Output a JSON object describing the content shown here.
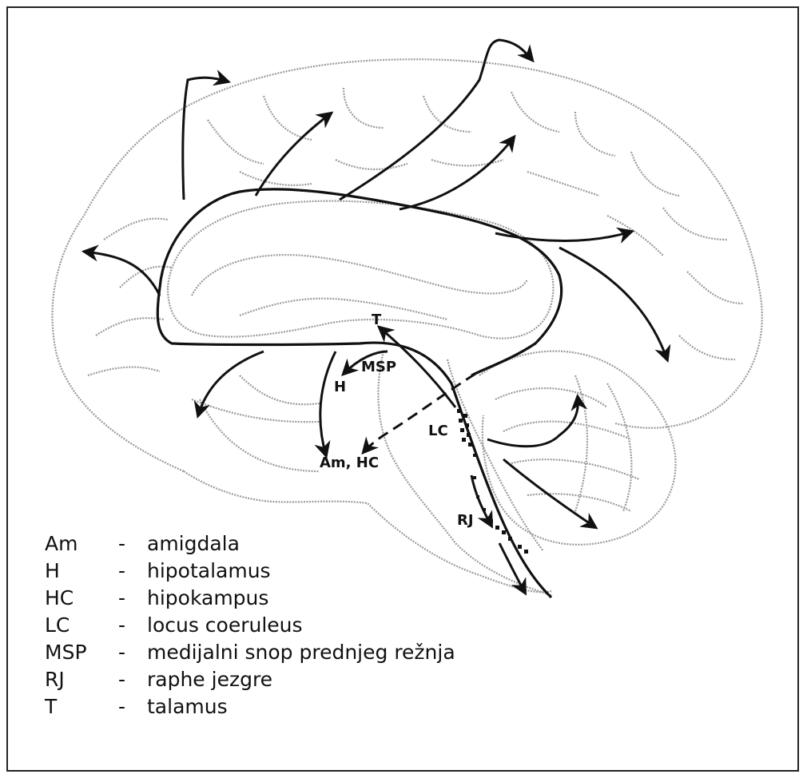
{
  "labels": {
    "t": "T",
    "msp": "MSP",
    "h": "H",
    "lc": "LC",
    "am_hc": "Am, HC",
    "rj": "RJ"
  },
  "legend": [
    {
      "abbr": "Am",
      "sep": "-",
      "desc": "amigdala"
    },
    {
      "abbr": "H",
      "sep": "-",
      "desc": "hipotalamus"
    },
    {
      "abbr": "HC",
      "sep": "-",
      "desc": "hipokampus"
    },
    {
      "abbr": "LC",
      "sep": "-",
      "desc": "locus coeruleus"
    },
    {
      "abbr": "MSP",
      "sep": "-",
      "desc": "medijalni snop prednjeg režnja"
    },
    {
      "abbr": "RJ",
      "sep": "-",
      "desc": "raphe jezgre"
    },
    {
      "abbr": "T",
      "sep": "-",
      "desc": "talamus"
    }
  ],
  "colors": {
    "ink": "#111111",
    "outline": "#9a9a9a",
    "frame": "#222222"
  }
}
